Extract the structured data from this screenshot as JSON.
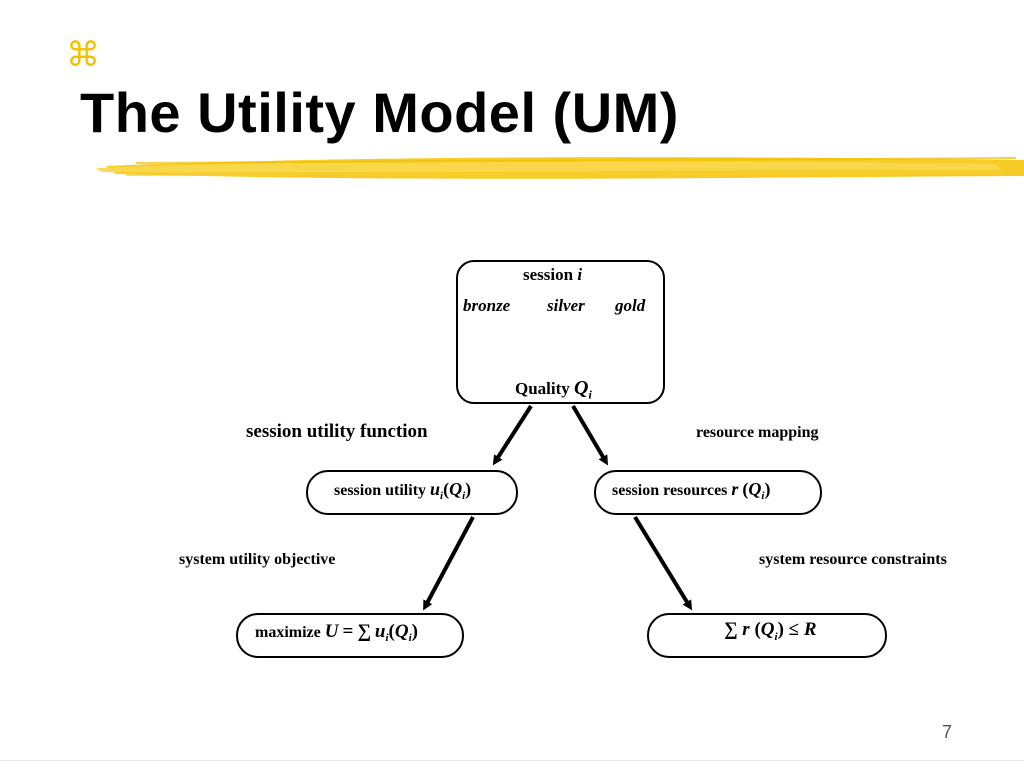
{
  "slide": {
    "bullet_glyph": "⌘",
    "title": "The Utility Model (UM)",
    "page_number": "7",
    "accent_color": "#f2c200"
  },
  "diagram": {
    "session_box": {
      "title_prefix": "session",
      "title_var": "i",
      "tiers": [
        "bronze",
        "silver",
        "gold"
      ],
      "quality_prefix": "Quality",
      "quality_var": "Q",
      "quality_sub": "i"
    },
    "edge_labels": {
      "session_utility_function": "session utility function",
      "resource_mapping": "resource mapping",
      "system_utility_objective": "system utility objective",
      "system_resource_constraints": "system resource constraints"
    },
    "session_utility_box": {
      "prefix": "session utility",
      "func": "u",
      "sub": "i",
      "arg": "Q",
      "arg_sub": "i"
    },
    "session_resources_box": {
      "prefix": "session resources",
      "func": "r",
      "arg": "Q",
      "arg_sub": "i"
    },
    "maximize_box": {
      "prefix": "maximize",
      "var": "U",
      "eq": "=",
      "sum": "∑",
      "func": "u",
      "sub": "i",
      "arg": "Q",
      "arg_sub": "i"
    },
    "constraint_box": {
      "sum": "∑",
      "func": "r",
      "arg": "Q",
      "arg_sub": "i",
      "leq": "≤",
      "bound": "R"
    },
    "arrow_color": "#e00000"
  }
}
